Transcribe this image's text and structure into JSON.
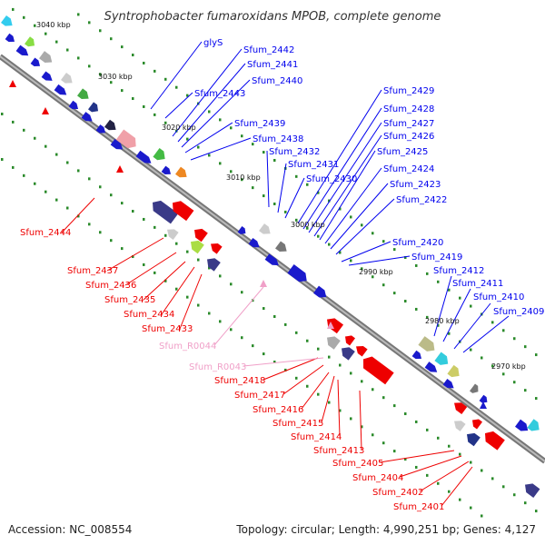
{
  "title": "Syntrophobacter fumaroxidans MPOB, complete genome",
  "accession": "Accession: NC_008554",
  "summary": "Topology: circular; Length: 4,990,251 bp; Genes: 4,127",
  "kbp_marks": [
    "3040 kbp",
    "3030 kbp",
    "3020 kbp",
    "3010 kbp",
    "3000 kbp",
    "2990 kbp",
    "2980 kbp",
    "2970 kbp"
  ],
  "labels_blue": [
    "glyS",
    "Sfum_2442",
    "Sfum_2441",
    "Sfum_2440",
    "Sfum_2443",
    "Sfum_2439",
    "Sfum_2438",
    "Sfum_2432",
    "Sfum_2431",
    "Sfum_2430",
    "Sfum_2429",
    "Sfum_2428",
    "Sfum_2427",
    "Sfum_2426",
    "Sfum_2425",
    "Sfum_2424",
    "Sfum_2423",
    "Sfum_2422",
    "Sfum_2420",
    "Sfum_2419",
    "Sfum_2412",
    "Sfum_2411",
    "Sfum_2410",
    "Sfum_2409"
  ],
  "labels_red": [
    "Sfum_2444",
    "Sfum_2437",
    "Sfum_2436",
    "Sfum_2435",
    "Sfum_2434",
    "Sfum_2433",
    "Sfum_2418",
    "Sfum_2417",
    "Sfum_2416",
    "Sfum_2415",
    "Sfum_2414",
    "Sfum_2413",
    "Sfum_2405",
    "Sfum_2404",
    "Sfum_2402",
    "Sfum_2401"
  ],
  "labels_pink": [
    "Sfum_R0044",
    "Sfum_R0043"
  ],
  "colors": {
    "forward": "#0000ee",
    "reverse": "#ee0000",
    "rna": "#f0a0c8",
    "backbone": "#888888",
    "tick": "#2a8a2a"
  }
}
